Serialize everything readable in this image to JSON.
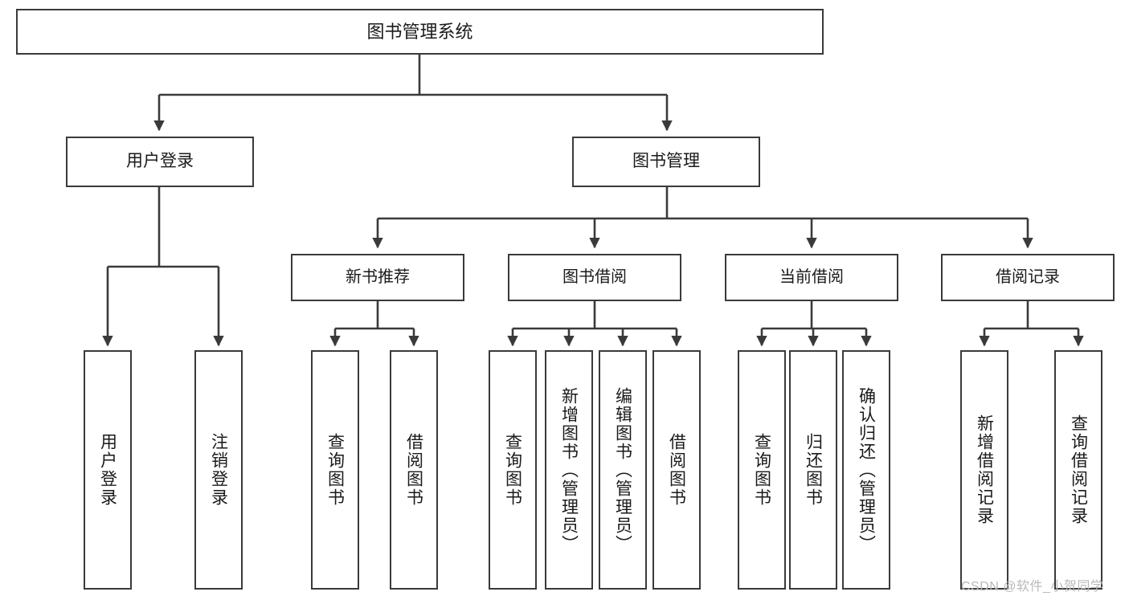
{
  "diagram": {
    "title": "图书管理系统",
    "watermark": "CSDN @软件_小贺同学",
    "colors": {
      "stroke": "#3a3a3a",
      "fill": "#ffffff",
      "text": "#1a1a1a",
      "watermark": "#b9b9b9"
    },
    "nodes": {
      "root": "图书管理系统",
      "level2": {
        "user_login": "用户登录",
        "book_manage": "图书管理"
      },
      "level3": {
        "new_book_recommend": "新书推荐",
        "book_borrow": "图书借阅",
        "current_borrow": "当前借阅",
        "borrow_record": "借阅记录"
      },
      "leaves": {
        "user_login_1": "用户登录",
        "user_login_2": "注销登录",
        "recommend_1": "查询图书",
        "recommend_2": "借阅图书",
        "borrow_1": "查询图书",
        "borrow_2": "新增图书（管理员）",
        "borrow_3": "编辑图书（管理员）",
        "borrow_4": "借阅图书",
        "current_1": "查询图书",
        "current_2": "归还图书",
        "current_3": "确认归还（管理员）",
        "record_1": "新增借阅记录",
        "record_2": "查询借阅记录"
      }
    }
  }
}
